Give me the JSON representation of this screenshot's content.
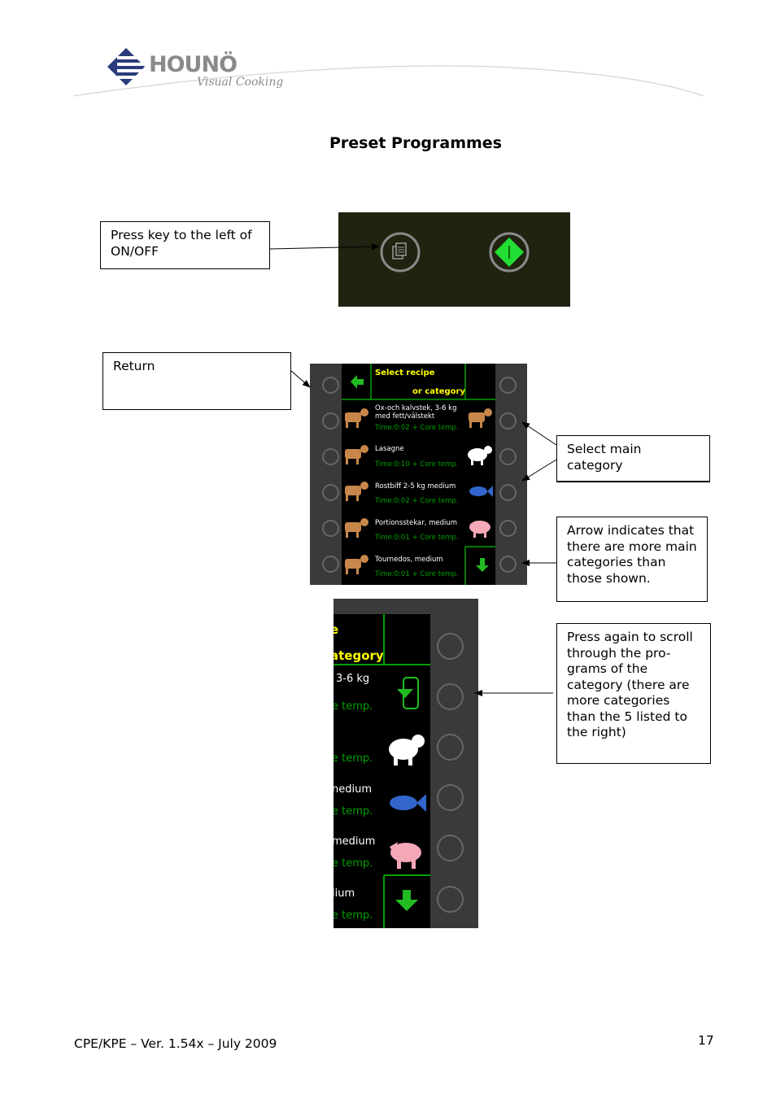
{
  "header": {
    "logo_text": "HOUNÖ",
    "logo_sub": "Visual Cooking"
  },
  "page_title": "Preset Programmes",
  "callouts": {
    "press_key": "Press key to the left of ON/OFF",
    "return": "Return",
    "select_main": "Select main category",
    "arrow_indicates": "Arrow indicates that there are more main categories than those shown.",
    "press_again": "Press again to scroll through the pro-grams of the category (there are more categories than the 5 listed to the right)"
  },
  "screen": {
    "header_line1": "Select recipe",
    "header_line2": "or category",
    "items": [
      {
        "name": "Ox-och kalvstek, 3-6 kg med fett/välstekt",
        "name_a": "Ox-och kalvstek, 3-6 kg",
        "name_b": "med fett/välstekt",
        "time": "Time:0:02 + Core temp."
      },
      {
        "name": "Lasagne",
        "time": "Time:0:10 + Core temp."
      },
      {
        "name": "Rostbiff 2-5 kg medium",
        "time": "Time:0:02 + Core temp."
      },
      {
        "name": "Portionsstekar, medium",
        "time": "Time:0:01 + Core temp."
      },
      {
        "name": "Tournedos, medium",
        "time": "Time:0:01 + Core temp."
      }
    ],
    "categories": [
      "cow-icon",
      "sheep-icon",
      "fish-icon",
      "pig-icon"
    ]
  },
  "zoom": {
    "line1": "e",
    "line2": "ategory",
    "rows": [
      {
        "a": "3-6 kg",
        "b": "e temp."
      },
      {
        "a": "",
        "b": "e temp."
      },
      {
        "a": "nedium",
        "b": "e temp."
      },
      {
        "a": "medium",
        "b": "e temp."
      },
      {
        "a": "lium",
        "b": "e temp."
      }
    ]
  },
  "footer": {
    "left": "CPE/KPE – Ver. 1.54x – July 2009",
    "page_number": "17"
  },
  "colors": {
    "screen_green": "#00a000",
    "screen_yellow": "#ffff00",
    "panel_dark": "#202310",
    "frame_grey": "#3a3a3a",
    "green_diamond": "#22dd33"
  }
}
